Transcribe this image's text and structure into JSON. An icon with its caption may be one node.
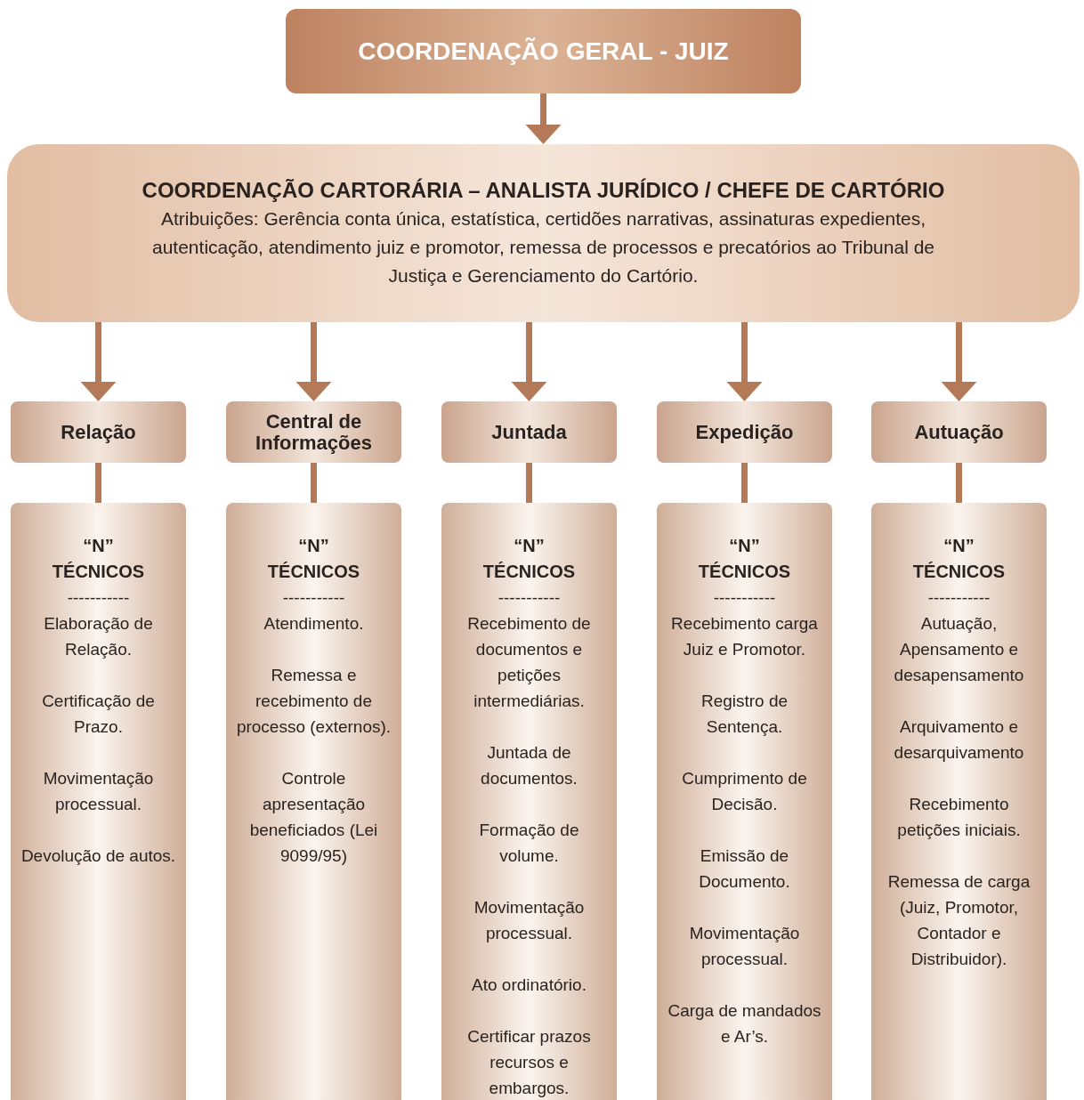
{
  "diagram": {
    "nodes": [
      {
        "text": [
          "COORDENAÇÃO GERAL - JUIZ"
        ]
      },
      {
        "text": [
          "COORDENAÇÃO CARTORÁRIA – ANALISTA JURÍDICO / CHEFE DE CARTÓRIO",
          "Atribuições: Gerência conta única, estatística, certidões narrativas, assinaturas expedientes, autenticação, atendimento juiz e promotor, remessa de processos e precatórios ao Tribunal de Justiça e Gerenciamento do Cartório."
        ]
      },
      {
        "text": [
          "Relação"
        ]
      },
      {
        "text": [
          "Central de Informações"
        ]
      },
      {
        "text": [
          "Juntada"
        ]
      },
      {
        "text": [
          "Expedição"
        ]
      },
      {
        "text": [
          "Autuação"
        ]
      },
      {
        "text": [
          "“N” TÉCNICOS",
          "-----------",
          "Elaboração de Relação.",
          "Certificação de Prazo.",
          "Movimentação processual.",
          "Devolução de autos."
        ]
      },
      {
        "text": [
          "“N” TÉCNICOS",
          "-----------",
          "Atendimento.",
          "Remessa e recebimento de processo (externos).",
          "Controle apresentação beneficiados (Lei 9099/95)"
        ]
      },
      {
        "text": [
          "“N” TÉCNICOS",
          "-----------",
          "Recebimento de documentos e petições intermediárias.",
          "Juntada de documentos.",
          "Formação de volume.",
          "Movimentação processual.",
          "Ato ordinatório.",
          "Certificar prazos recursos e embargos."
        ]
      },
      {
        "text": [
          "“N” TÉCNICOS",
          "-----------",
          "Recebimento carga Juiz e Promotor.",
          "Registro de Sentença.",
          "Cumprimento de Decisão.",
          "Emissão de Documento.",
          "Movimentação processual.",
          "Carga de mandados e Ar’s."
        ]
      },
      {
        "text": [
          "“N” TÉCNICOS",
          "-----------",
          "Autuação, Apensamento e desapensamento",
          "Arquivamento e desarquivamento",
          "Recebimento petições iniciais.",
          "Remessa de carga (Juiz, Promotor, Contador e Distribuidor)."
        ]
      }
    ],
    "edges": [
      {
        "from": 0,
        "to": 1,
        "arrow": "to"
      },
      {
        "from": 1,
        "to": 2,
        "arrow": "to"
      },
      {
        "from": 1,
        "to": 3,
        "arrow": "to"
      },
      {
        "from": 1,
        "to": 4,
        "arrow": "to"
      },
      {
        "from": 1,
        "to": 5,
        "arrow": "to"
      },
      {
        "from": 1,
        "to": 6,
        "arrow": "to"
      },
      {
        "from": 2,
        "to": 7,
        "arrow": "none"
      },
      {
        "from": 3,
        "to": 8,
        "arrow": "none"
      },
      {
        "from": 4,
        "to": 9,
        "arrow": "none"
      },
      {
        "from": 5,
        "to": 10,
        "arrow": "none"
      },
      {
        "from": 6,
        "to": 11,
        "arrow": "none"
      }
    ]
  }
}
